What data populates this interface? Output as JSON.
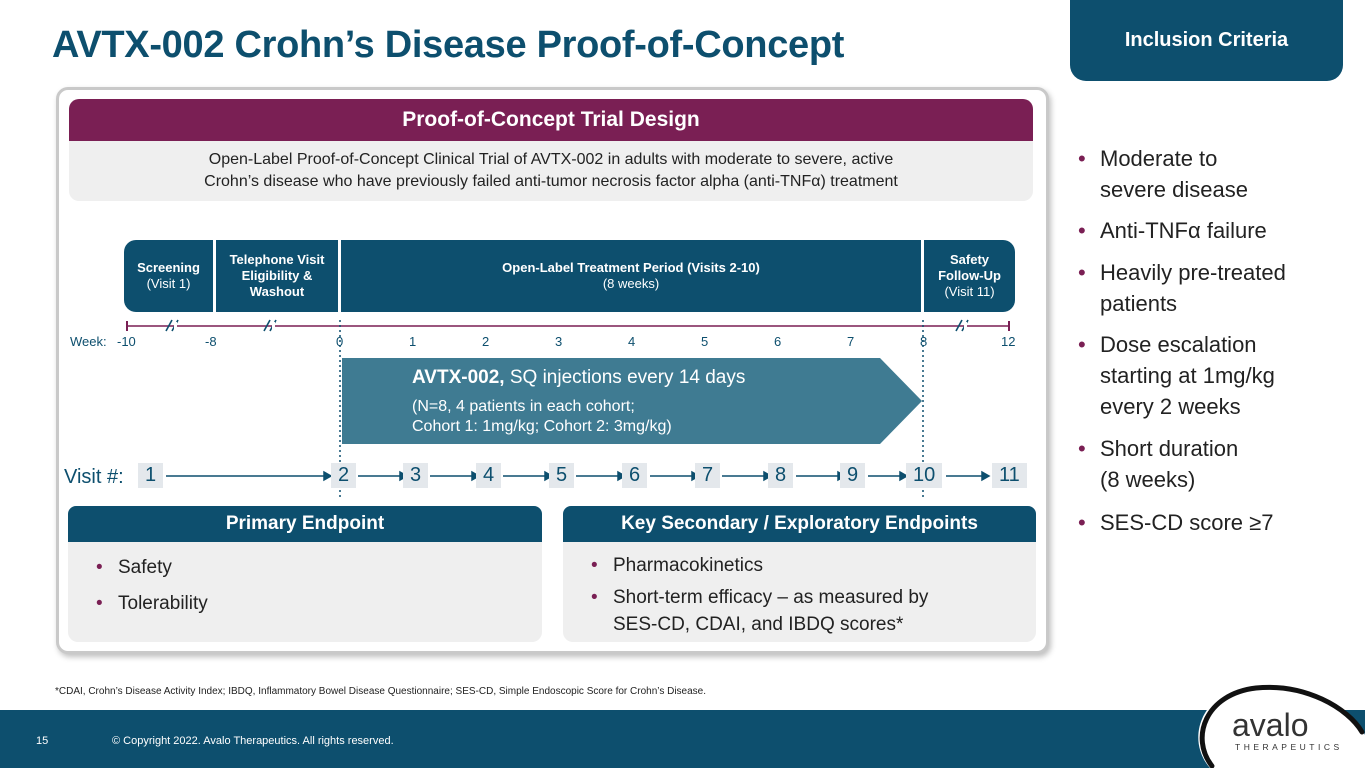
{
  "title": "AVTX-002 Crohn’s Disease Proof-of-Concept",
  "tag": "Inclusion Criteria",
  "design": {
    "header": "Proof-of-Concept Trial Design",
    "desc_line1": "Open-Label Proof-of-Concept Clinical Trial of AVTX-002 in adults with moderate to severe, active",
    "desc_line2": "Crohn’s disease who have previously failed anti-tumor necrosis factor alpha (anti-TNFα) treatment"
  },
  "phases": {
    "screening": {
      "name": "Screening",
      "sub": "(Visit 1)"
    },
    "telephone": {
      "line1": "Telephone Visit",
      "line2": "Eligibility &",
      "line3": "Washout"
    },
    "open": {
      "name": "Open-Label Treatment Period (Visits 2-10)",
      "sub": "(8 weeks)"
    },
    "safety": {
      "line1": "Safety",
      "line2": "Follow-Up",
      "sub": "(Visit 11)"
    }
  },
  "week_label": "Week:",
  "weeks": [
    "-10",
    "-8",
    "0",
    "1",
    "2",
    "3",
    "4",
    "5",
    "6",
    "7",
    "8",
    "12"
  ],
  "drug": {
    "name": "AVTX-002,",
    "desc": " SQ injections every 14 days",
    "sub1": "(N=8, 4 patients in each cohort;",
    "sub2": "Cohort 1: 1mg/kg; Cohort 2: 3mg/kg)"
  },
  "visit_label": "Visit #:",
  "visits": [
    "1",
    "2",
    "3",
    "4",
    "5",
    "6",
    "7",
    "8",
    "9",
    "10",
    "11"
  ],
  "primary": {
    "header": "Primary Endpoint",
    "items": [
      "Safety",
      "Tolerability"
    ]
  },
  "secondary": {
    "header": "Key Secondary / Exploratory Endpoints",
    "items": [
      "Pharmacokinetics",
      "Short-term efficacy – as measured by",
      "SES-CD, CDAI, and IBDQ scores*"
    ]
  },
  "criteria": [
    [
      "Moderate to",
      "severe disease"
    ],
    [
      "Anti-TNFα failure"
    ],
    [
      "Heavily pre-treated",
      "patients"
    ],
    [
      "Dose escalation",
      "starting at 1mg/kg",
      "every 2 weeks"
    ],
    [
      "Short duration",
      "(8 weeks)"
    ],
    [
      "SES-CD score ≥7"
    ]
  ],
  "footnote": "*CDAI, Crohn’s Disease Activity Index; IBDQ, Inflammatory Bowel Disease Questionnaire; SES-CD, Simple Endoscopic Score for Crohn’s Disease.",
  "footer": {
    "page": "15",
    "copyright": "© Copyright 2022. Avalo Therapeutics. All rights reserved."
  },
  "logo": {
    "name": "avalo",
    "sub": "THERAPEUTICS"
  },
  "colors": {
    "primary": "#0d4f6e",
    "accent": "#7a1f54",
    "panel_gray": "#efefef"
  }
}
